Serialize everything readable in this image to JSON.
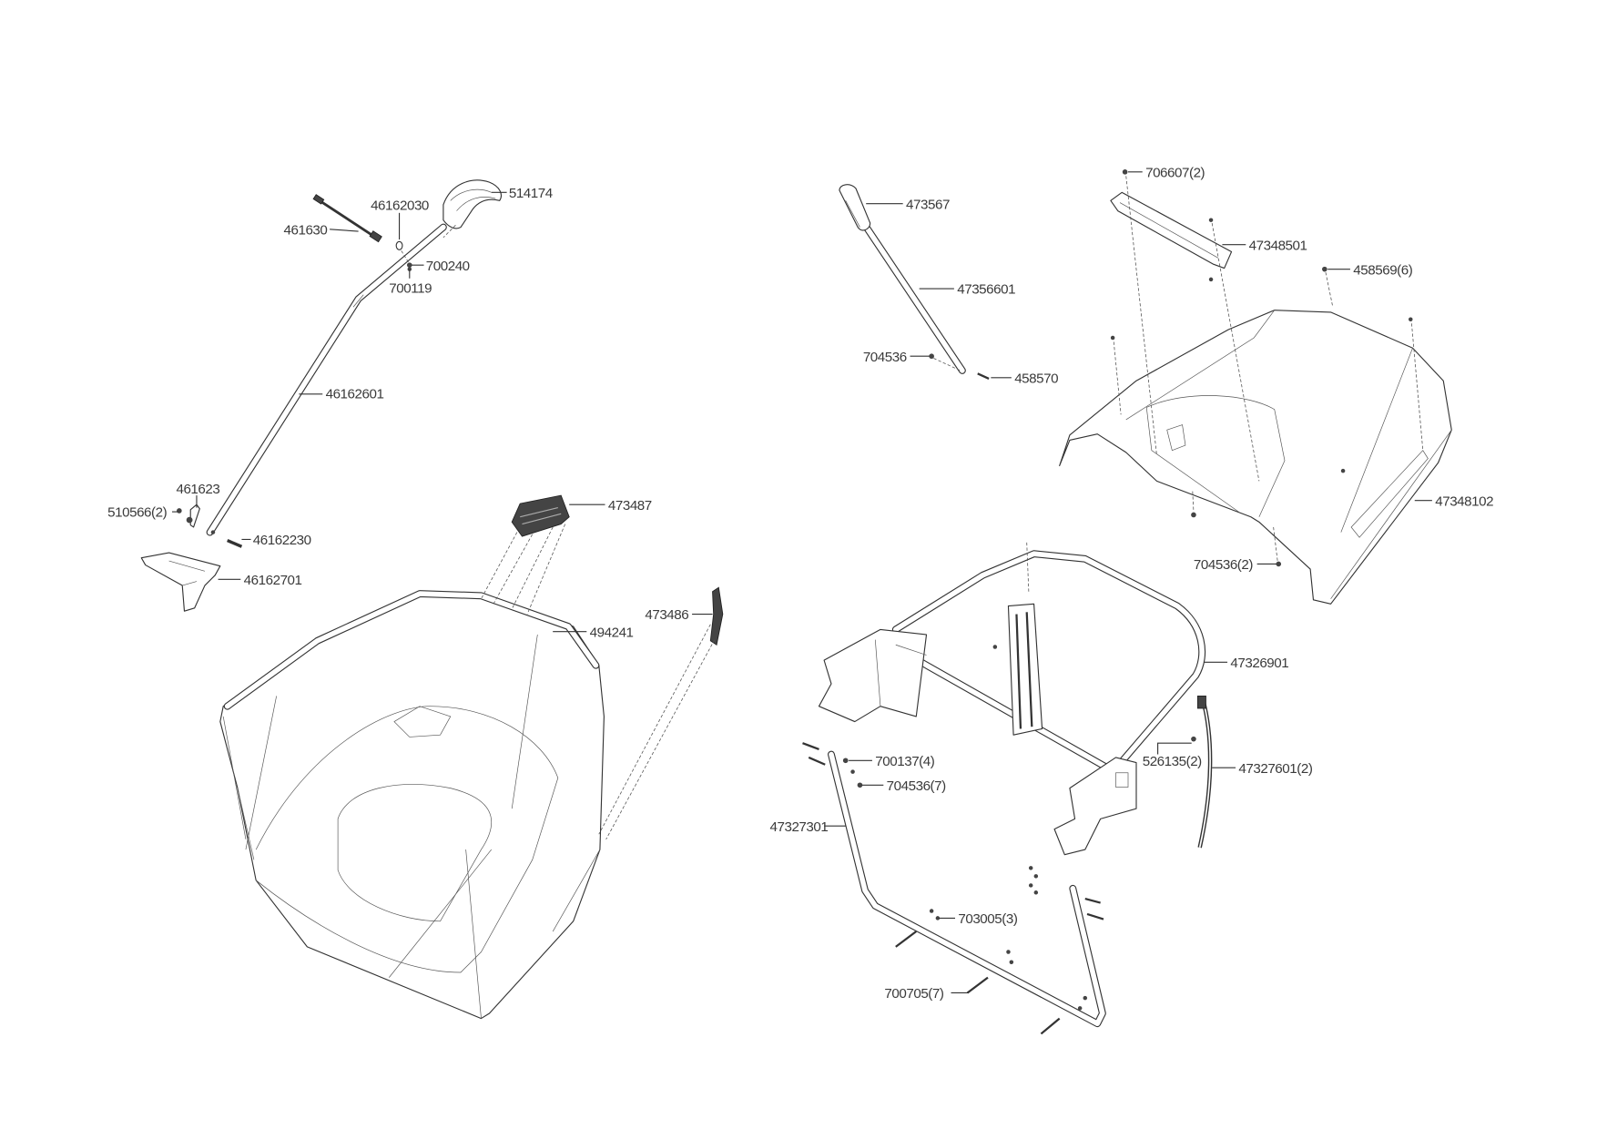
{
  "labels": {
    "l514174": "514174",
    "l46162030": "46162030",
    "l461630": "461630",
    "l700240": "700240",
    "l700119": "700119",
    "l46162601": "46162601",
    "l461623": "461623",
    "l510566": "510566(2)",
    "l46162230": "46162230",
    "l46162701": "46162701",
    "l473487": "473487",
    "l473486": "473486",
    "l494241": "494241",
    "l473567": "473567",
    "l47356601": "47356601",
    "l704536": "704536",
    "l458570": "458570",
    "l706607": "706607(2)",
    "l47348501": "47348501",
    "l458569": "458569(6)",
    "l47348102": "47348102",
    "l704536_2": "704536(2)",
    "l47326901": "47326901",
    "l526135": "526135(2)",
    "l47327601": "47327601(2)",
    "l700137": "700137(4)",
    "l704536_7": "704536(7)",
    "l47327301": "47327301",
    "l703005": "703005(3)",
    "l700705": "700705(7)"
  }
}
